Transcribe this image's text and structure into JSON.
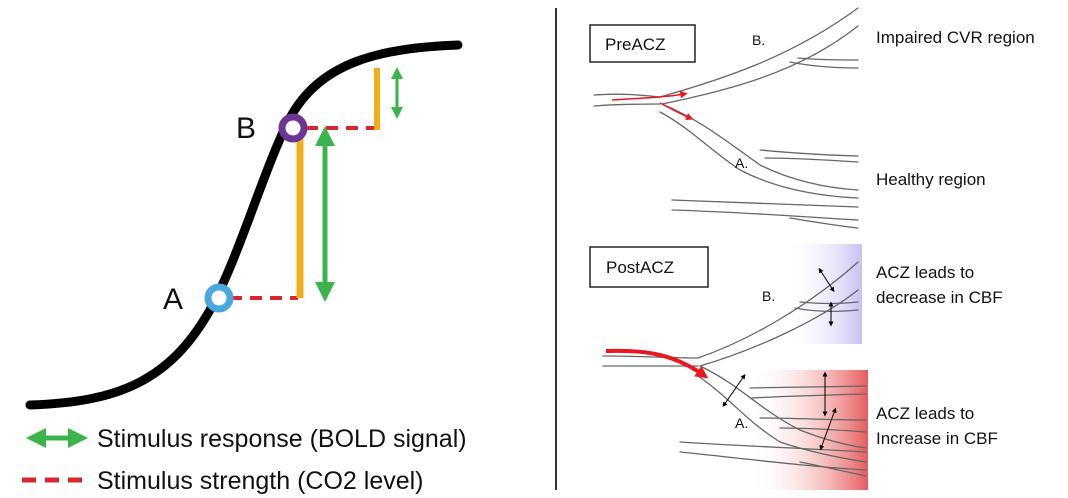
{
  "left_panel": {
    "point_a_label": "A",
    "point_b_label": "B",
    "legend_response_label": "Stimulus response (BOLD signal)",
    "legend_strength_label": "Stimulus strength (CO2 level)"
  },
  "right_panel": {
    "pre_acz": {
      "box_label": "PreACZ",
      "branch_b_label": "B.",
      "branch_a_label": "A.",
      "impaired_region_label": "Impaired CVR region",
      "healthy_region_label": "Healthy region"
    },
    "post_acz": {
      "box_label": "PostACZ",
      "branch_b_label": "B.",
      "branch_a_label": "A.",
      "decrease_line1": "ACZ leads to",
      "decrease_line2": "decrease in CBF",
      "increase_line1": "ACZ leads to",
      "increase_line2": "Increase in CBF"
    }
  },
  "colors": {
    "curve": "#000000",
    "response_arrow": "#3cb44b",
    "strength_dash": "#d7262c",
    "orange_bar": "#f2ad1d",
    "point_a": "#4aa8dc",
    "point_b": "#6a3593",
    "flow_arrow": "#e8181f",
    "decrease_tint": "#c9c0f2",
    "increase_tint": "#e65c5c"
  }
}
